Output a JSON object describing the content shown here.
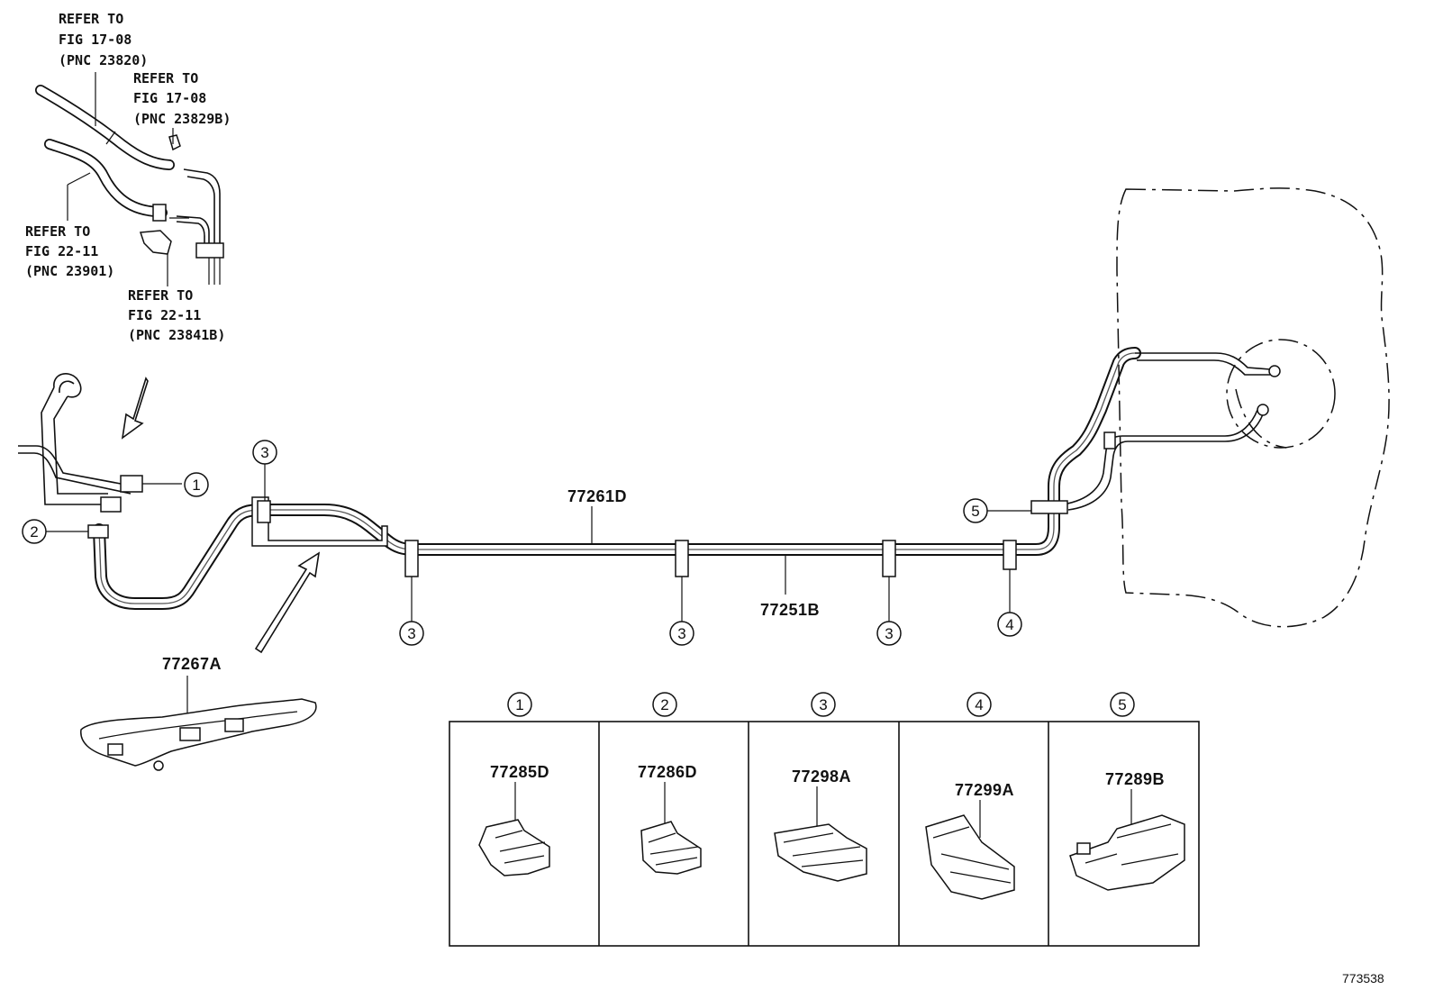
{
  "references": [
    {
      "line1": "REFER TO",
      "line2": "FIG 17-08",
      "line3": "(PNC 23820)"
    },
    {
      "line1": "REFER TO",
      "line2": "FIG 17-08",
      "line3": "(PNC 23829B)"
    },
    {
      "line1": "REFER TO",
      "line2": "FIG 22-11",
      "line3": "(PNC 23901)"
    },
    {
      "line1": "REFER TO",
      "line2": "FIG 22-11",
      "line3": "(PNC 23841B)"
    }
  ],
  "parts": {
    "tube_upper": "77261D",
    "tube_lower": "77251B",
    "protector": "77267A"
  },
  "callouts": {
    "c1": "1",
    "c2": "2",
    "c3": "3",
    "c4": "4",
    "c5": "5"
  },
  "clamp_table": [
    {
      "index": "1",
      "part": "77285D"
    },
    {
      "index": "2",
      "part": "77286D"
    },
    {
      "index": "3",
      "part": "77298A"
    },
    {
      "index": "4",
      "part": "77299A"
    },
    {
      "index": "5",
      "part": "77289B"
    }
  ],
  "figure_number": "773538"
}
